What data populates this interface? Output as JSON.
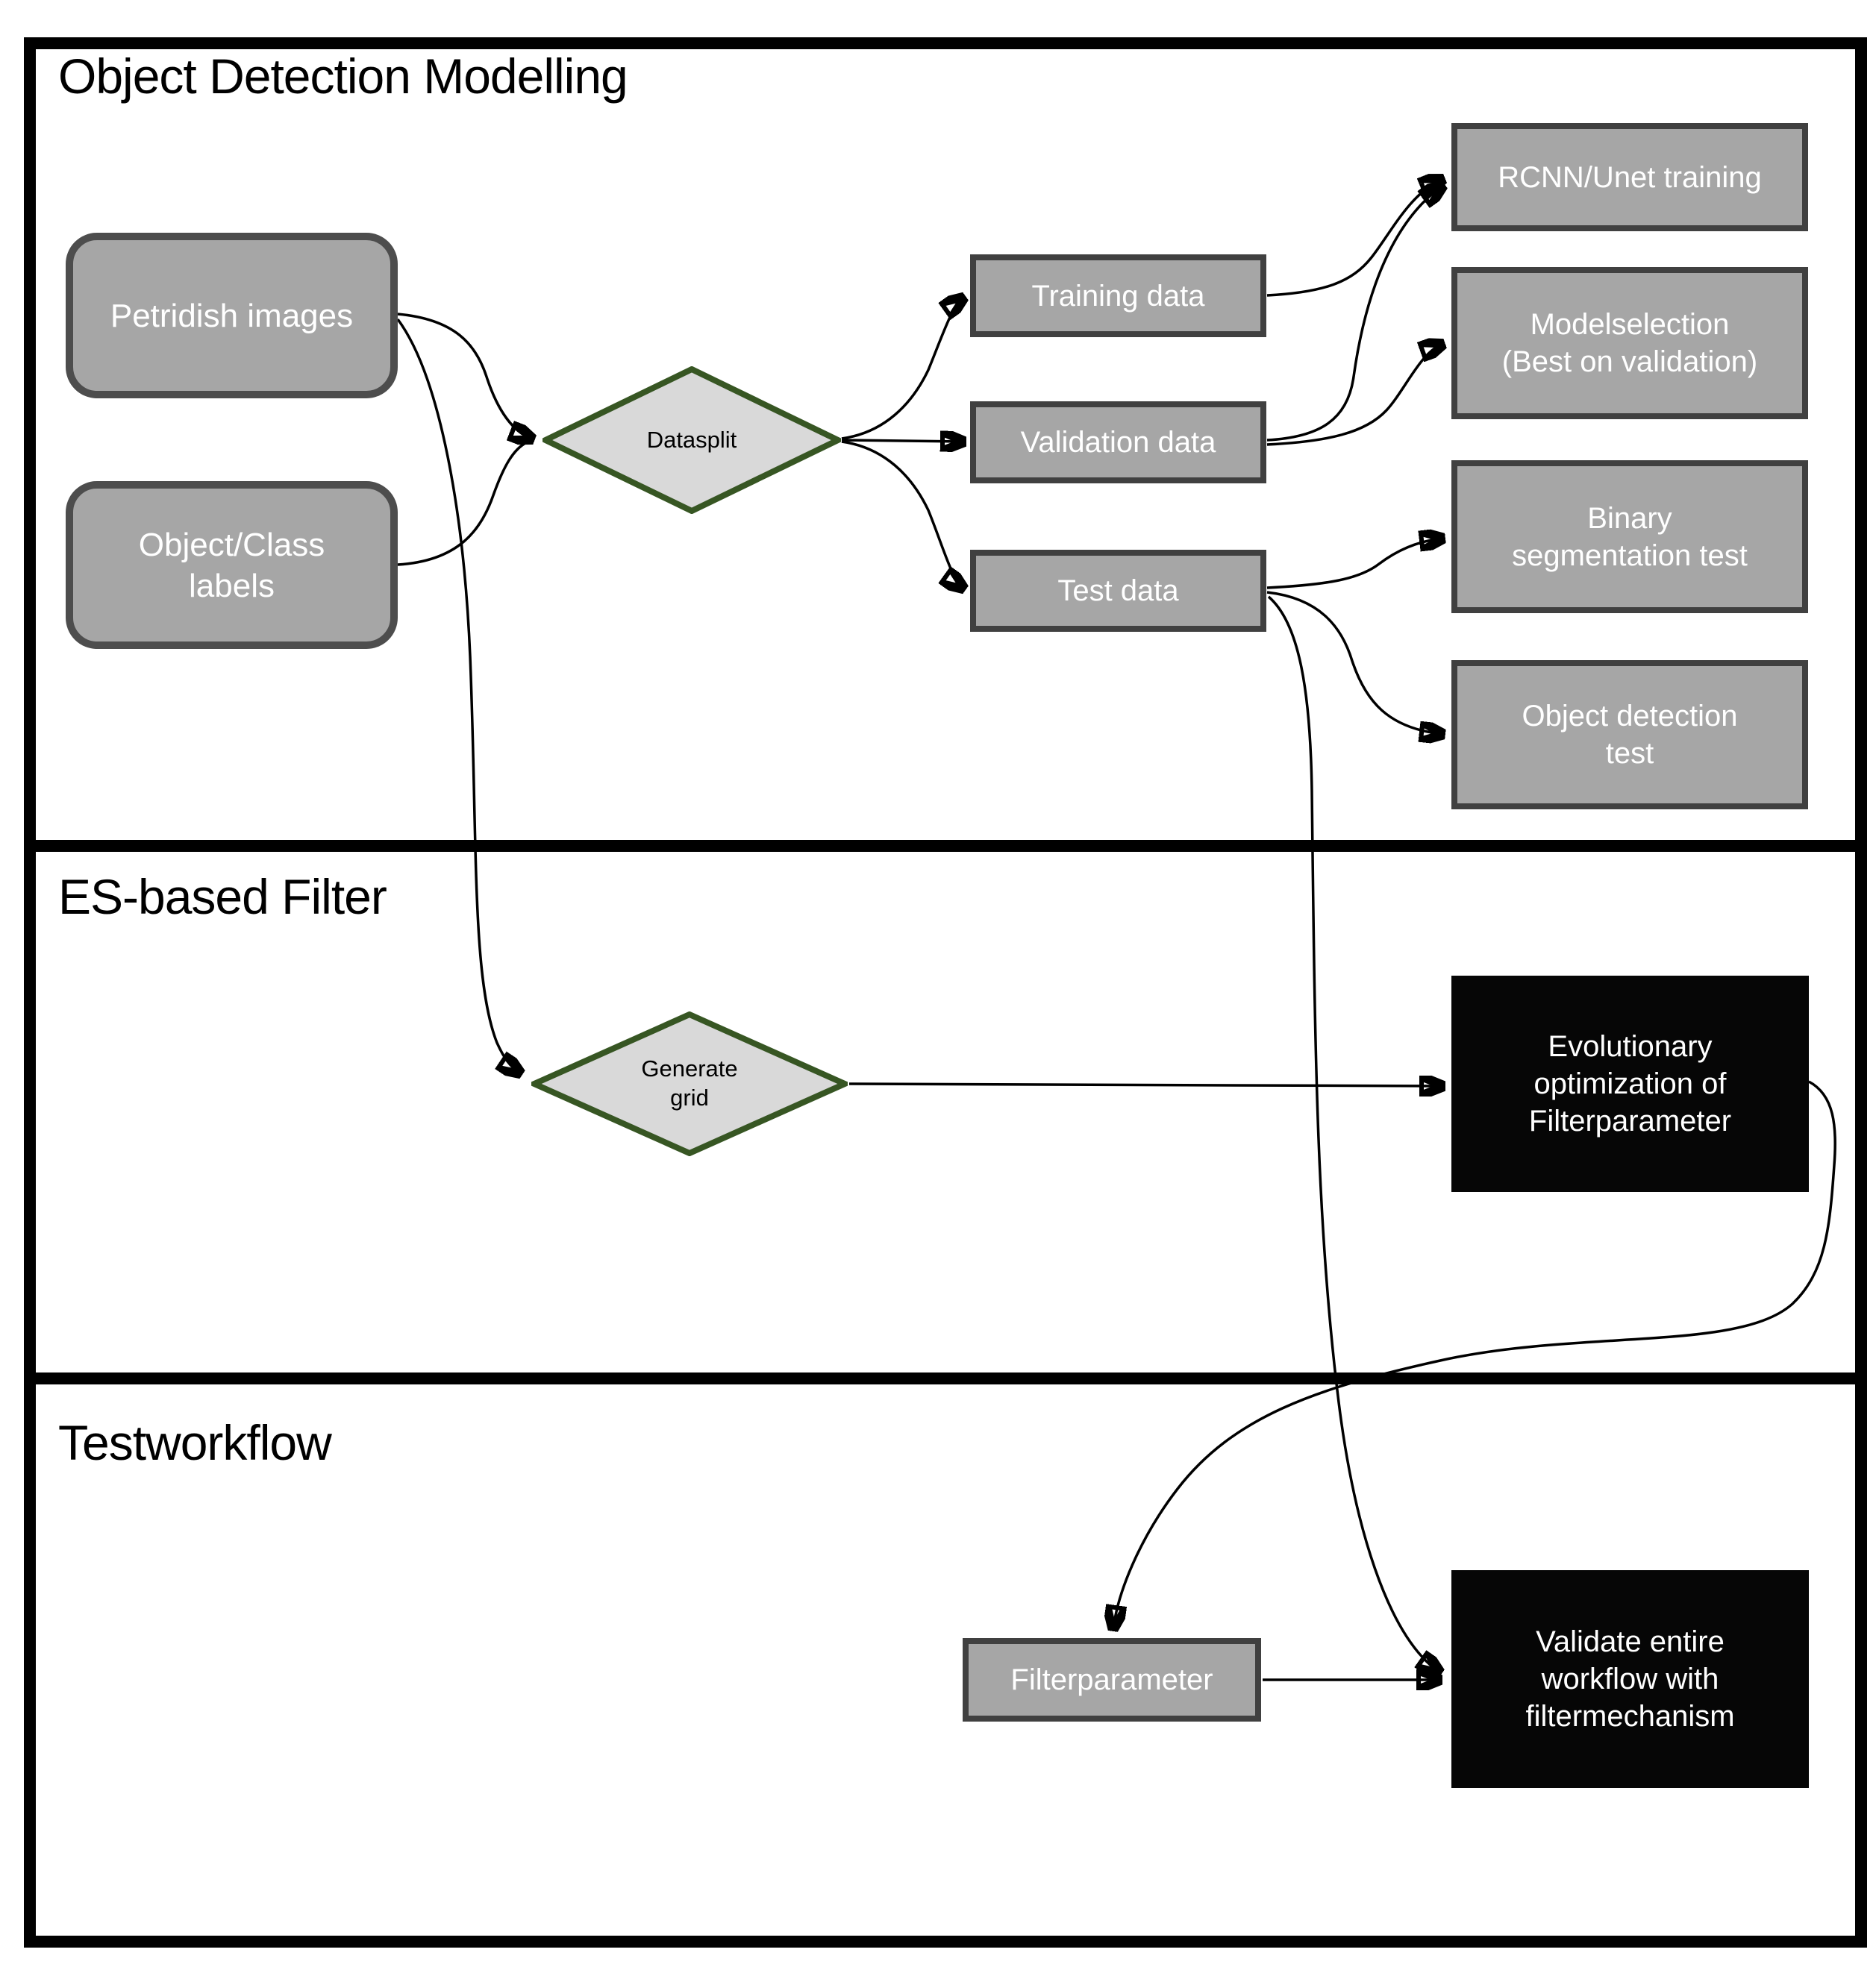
{
  "diagram": {
    "sections": [
      {
        "title": "Object Detection Modelling"
      },
      {
        "title": "ES-based Filter"
      },
      {
        "title": "Testworkflow"
      }
    ]
  },
  "nodes": {
    "petridish_images": {
      "label": "Petridish images",
      "shape": "rounded-rectangle"
    },
    "object_class_labels": {
      "label": "Object/Class\nlabels",
      "shape": "rounded-rectangle"
    },
    "datasplit": {
      "label": "Datasplit",
      "shape": "diamond"
    },
    "training_data": {
      "label": "Training data",
      "shape": "rectangle"
    },
    "validation_data": {
      "label": "Validation data",
      "shape": "rectangle"
    },
    "test_data": {
      "label": "Test data",
      "shape": "rectangle"
    },
    "rcnn_unet_training": {
      "label": "RCNN/Unet training",
      "shape": "rectangle"
    },
    "modelselection": {
      "label": "Modelselection\n(Best on validation)",
      "shape": "rectangle"
    },
    "binary_segmentation_test": {
      "label": "Binary\nsegmentation test",
      "shape": "rectangle"
    },
    "object_detection_test": {
      "label": "Object detection\ntest",
      "shape": "rectangle"
    },
    "generate_grid": {
      "label": "Generate\ngrid",
      "shape": "diamond"
    },
    "evolutionary_optimization": {
      "label": "Evolutionary\noptimization of\nFilterparameter",
      "shape": "black-rectangle"
    },
    "filterparameter": {
      "label": "Filterparameter",
      "shape": "rectangle"
    },
    "validate_workflow": {
      "label": "Validate entire\nworkflow with\nfiltermechanism",
      "shape": "black-rectangle"
    }
  },
  "edges": [
    {
      "from": "petridish_images",
      "to": "datasplit"
    },
    {
      "from": "object_class_labels",
      "to": "datasplit"
    },
    {
      "from": "petridish_images",
      "to": "generate_grid"
    },
    {
      "from": "datasplit",
      "to": "training_data"
    },
    {
      "from": "datasplit",
      "to": "validation_data"
    },
    {
      "from": "datasplit",
      "to": "test_data"
    },
    {
      "from": "training_data",
      "to": "rcnn_unet_training"
    },
    {
      "from": "validation_data",
      "to": "rcnn_unet_training"
    },
    {
      "from": "validation_data",
      "to": "modelselection"
    },
    {
      "from": "test_data",
      "to": "binary_segmentation_test"
    },
    {
      "from": "test_data",
      "to": "object_detection_test"
    },
    {
      "from": "test_data",
      "to": "validate_workflow"
    },
    {
      "from": "generate_grid",
      "to": "evolutionary_optimization"
    },
    {
      "from": "evolutionary_optimization",
      "to": "filterparameter"
    },
    {
      "from": "filterparameter",
      "to": "validate_workflow"
    }
  ],
  "colors": {
    "background": "#ffffff",
    "node_gray_fill": "#a6a6a6",
    "node_border": "#404040",
    "rounded_border": "#4d4d4d",
    "diamond_fill": "#d9d9d9",
    "diamond_border": "#375623",
    "black_node_fill": "#060606",
    "line": "#000000",
    "node_text": "#ffffff",
    "title_text": "#000000"
  }
}
